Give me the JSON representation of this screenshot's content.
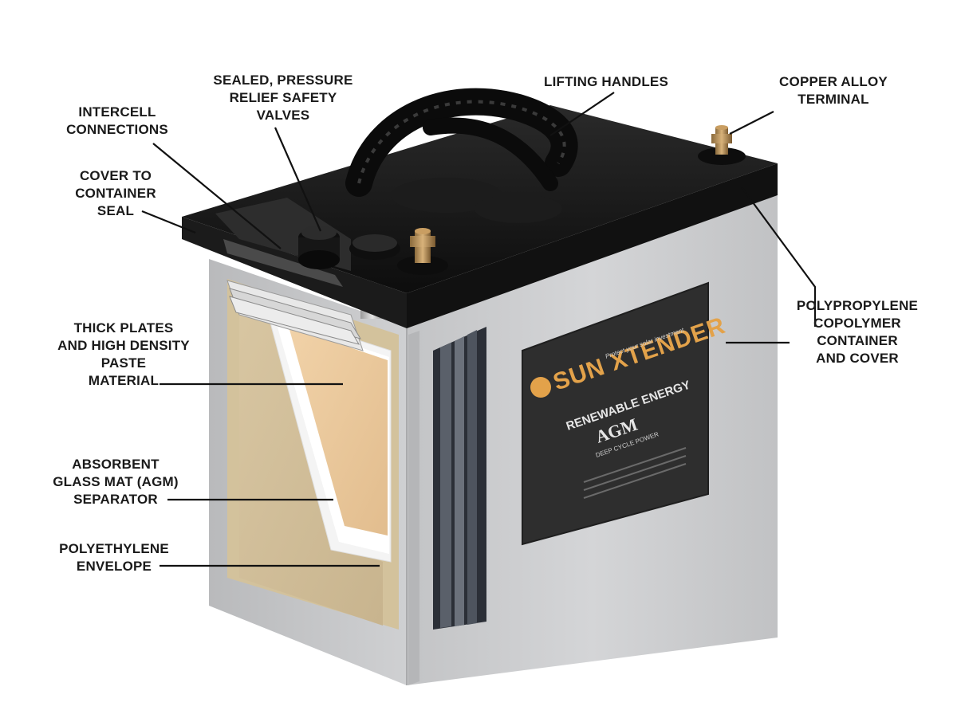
{
  "labels": {
    "intercell_connections": "INTERCELL\nCONNECTIONS",
    "sealed_valves": "SEALED, PRESSURE\nRELIEF SAFETY\nVALVES",
    "lifting_handles": "LIFTING HANDLES",
    "copper_terminal": "COPPER ALLOY\nTERMINAL",
    "cover_seal": "COVER TO\nCONTAINER\nSEAL",
    "container": "POLYPROPYLENE\nCOPOLYMER\nCONTAINER\nAND COVER",
    "thick_plates": "THICK PLATES\nAND HIGH DENSITY\nPASTE\nMATERIAL",
    "agm_separator": "ABSORBENT\nGLASS MAT (AGM)\nSEPARATOR",
    "polyethylene_envelope": "POLYETHYLENE\nENVELOPE"
  },
  "product_label": {
    "brand": "SUN XTENDER",
    "tagline": "Protect your solar investment",
    "line1": "RENEWABLE ENERGY",
    "line2": "AGM",
    "line3": "DEEP CYCLE POWER"
  },
  "colors": {
    "case": "#c9cacc",
    "lid": "#141414",
    "plate": "#e9c79c",
    "separator": "#ffffff",
    "label_bg": "#2e2e2e",
    "brand": "#e3a24a"
  }
}
